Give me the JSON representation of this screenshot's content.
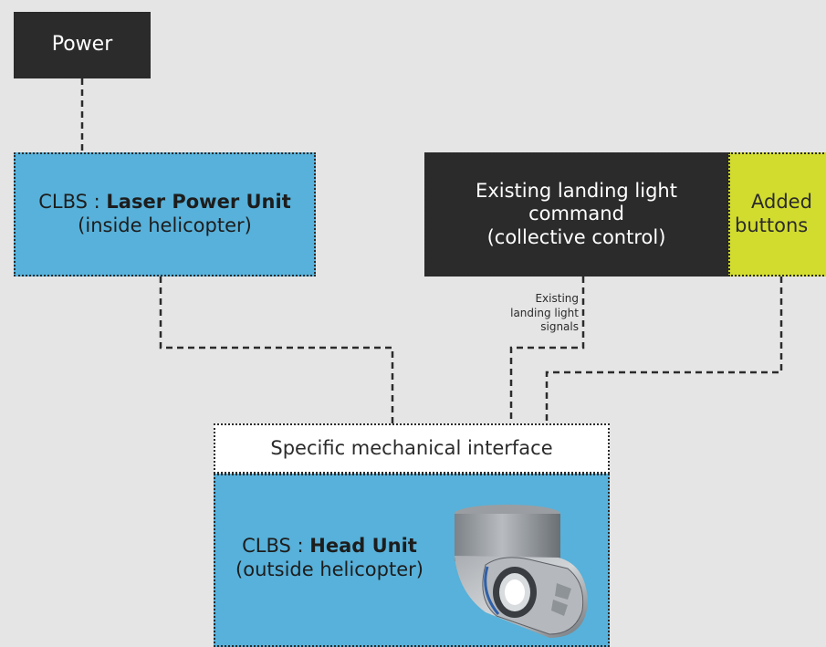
{
  "nodes": {
    "power": {
      "label": "Power"
    },
    "laser_power_unit": {
      "prefix": "CLBS : ",
      "name": "Laser Power Unit",
      "location": "(inside helicopter)"
    },
    "landing_light_command": {
      "line1": "Existing landing light",
      "line2": "command",
      "line3": "(collective control)"
    },
    "added_buttons": {
      "line1": "Added",
      "line2": "buttons"
    },
    "mechanical_interface": {
      "label": "Specific mechanical interface"
    },
    "head_unit": {
      "prefix": "CLBS : ",
      "name": "Head Unit",
      "location": "(outside helicopter)"
    }
  },
  "edge_labels": {
    "landing_signals": {
      "line1": "Existing",
      "line2": "landing light",
      "line3": "signals"
    }
  },
  "colors": {
    "dark": "#2b2b2b",
    "blue": "#57b1da",
    "lime": "#d2dc2e",
    "background": "#e5e5e5"
  },
  "icons": {
    "head_unit_image": "camera-head-icon"
  }
}
